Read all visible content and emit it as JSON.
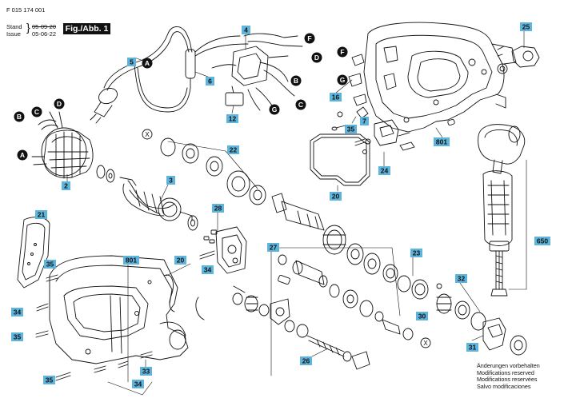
{
  "header": {
    "part_number": "F 015 174 001",
    "stand_label": "Stand",
    "issue_label": "Issue",
    "date_old": "05-09-20",
    "date_new": "05-06-22",
    "fig_label": "Fig./Abb. 1"
  },
  "callouts": [
    {
      "key": "c5",
      "text": "5"
    },
    {
      "key": "c6",
      "text": "6"
    },
    {
      "key": "c4",
      "text": "4"
    },
    {
      "key": "c12",
      "text": "12"
    },
    {
      "key": "c2",
      "text": "2"
    },
    {
      "key": "c3",
      "text": "3"
    },
    {
      "key": "c22",
      "text": "22"
    },
    {
      "key": "c28",
      "text": "28"
    },
    {
      "key": "c34a",
      "text": "34"
    },
    {
      "key": "c21",
      "text": "21"
    },
    {
      "key": "c35a",
      "text": "35"
    },
    {
      "key": "c34b",
      "text": "34"
    },
    {
      "key": "c35b",
      "text": "35"
    },
    {
      "key": "c35c",
      "text": "35"
    },
    {
      "key": "c34c",
      "text": "34"
    },
    {
      "key": "c801a",
      "text": "801"
    },
    {
      "key": "c20a",
      "text": "20"
    },
    {
      "key": "c33",
      "text": "33"
    },
    {
      "key": "c27",
      "text": "27"
    },
    {
      "key": "c26",
      "text": "26"
    },
    {
      "key": "c30",
      "text": "30"
    },
    {
      "key": "c23",
      "text": "23"
    },
    {
      "key": "c32",
      "text": "32"
    },
    {
      "key": "c31",
      "text": "31"
    },
    {
      "key": "c650",
      "text": "650"
    },
    {
      "key": "c20b",
      "text": "20"
    },
    {
      "key": "c24",
      "text": "24"
    },
    {
      "key": "c801b",
      "text": "801"
    },
    {
      "key": "c35d",
      "text": "35"
    },
    {
      "key": "c7",
      "text": "7"
    },
    {
      "key": "c16",
      "text": "16"
    },
    {
      "key": "c25",
      "text": "25"
    }
  ],
  "markers": [
    {
      "key": "mA1",
      "text": "A"
    },
    {
      "key": "mB1",
      "text": "B"
    },
    {
      "key": "mC1",
      "text": "C"
    },
    {
      "key": "mD1",
      "text": "D"
    },
    {
      "key": "mA2",
      "text": "A"
    },
    {
      "key": "mF1",
      "text": "F"
    },
    {
      "key": "mD2",
      "text": "D"
    },
    {
      "key": "mB2",
      "text": "B"
    },
    {
      "key": "mG1",
      "text": "G"
    },
    {
      "key": "mC2",
      "text": "C"
    },
    {
      "key": "mF2",
      "text": "F"
    },
    {
      "key": "mG2",
      "text": "G"
    }
  ],
  "x_marks": [
    {
      "key": "x1",
      "text": "X"
    },
    {
      "key": "x2",
      "text": "X"
    }
  ],
  "notes": [
    "Änderungen vorbehalten",
    "Modifications reserved",
    "Modifications reservées",
    "Salvo modificaciones"
  ],
  "colors": {
    "callout_fill": "#5fb4dc",
    "line": "#111111",
    "marker_fill": "#111111"
  }
}
